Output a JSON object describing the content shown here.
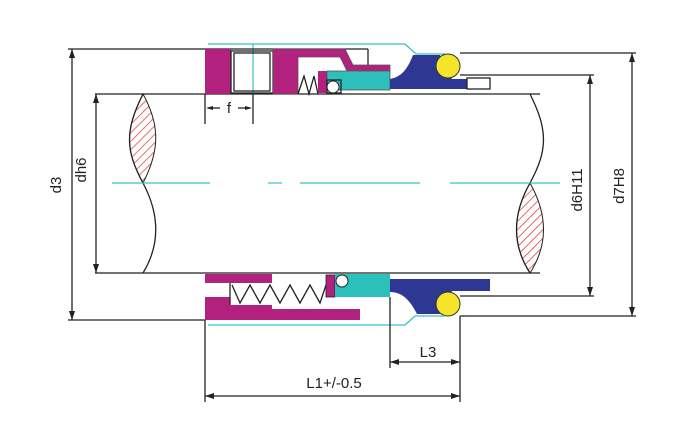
{
  "diagram": {
    "labels": {
      "d3": "d3",
      "dh6": "dh6",
      "d6H11": "d6H11",
      "d7H8": "d7H8",
      "f": "f",
      "L3": "L3",
      "L1": "L1+/-0.5"
    },
    "colors": {
      "spring_housing": "#b3217f",
      "seal_ring": "#2dbfba",
      "seat": "#2e3893",
      "o_ring": "#f4e42a",
      "centerline": "#39c0c8",
      "hatch": "#d9342b"
    }
  }
}
